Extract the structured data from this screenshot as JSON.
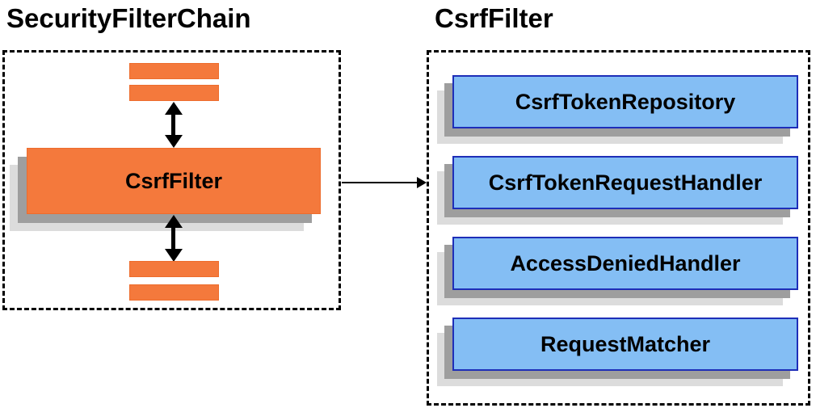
{
  "left_panel": {
    "title": "SecurityFilterChain",
    "filter_label": "CsrfFilter"
  },
  "right_panel": {
    "title": "CsrfFilter",
    "components": [
      {
        "label": "CsrfTokenRepository"
      },
      {
        "label": "CsrfTokenRequestHandler"
      },
      {
        "label": "AccessDeniedHandler"
      },
      {
        "label": "RequestMatcher"
      }
    ]
  },
  "colors": {
    "orange_fill": "#F4793C",
    "orange_border": "#ED6C2C",
    "blue_fill": "#84BEF4",
    "blue_border": "#1E2EB8",
    "shadow_dark": "#9E9E9E",
    "shadow_light": "#DCDCDC",
    "line_black": "#000000"
  }
}
